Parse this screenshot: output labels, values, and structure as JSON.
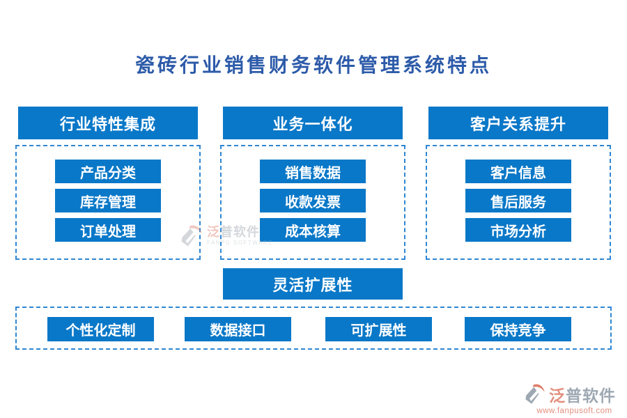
{
  "title": "瓷砖行业销售财务软件管理系统特点",
  "colors": {
    "box_blue": "#0a78c8",
    "dashed_border_blue": "#2e86d2",
    "title_blue": "#2d5ba9",
    "logo_gray": "#8e99a6",
    "logo_red": "#dd7b66",
    "text_on_blue": "#ffffff"
  },
  "columns": [
    {
      "header": "行业特性集成",
      "items": [
        "产品分类",
        "库存管理",
        "订单处理"
      ]
    },
    {
      "header": "业务一体化",
      "items": [
        "销售数据",
        "收款发票",
        "成本核算"
      ]
    },
    {
      "header": "客户关系提升",
      "items": [
        "客户信息",
        "售后服务",
        "市场分析"
      ]
    }
  ],
  "bottom_section": {
    "header": "灵活扩展性",
    "items": [
      "个性化定制",
      "数据接口",
      "可扩展性",
      "保持竞争"
    ]
  },
  "watermark": {
    "name_accent": "泛",
    "name_rest": "普软件",
    "subtitle": "FANPU SOFTWARE"
  },
  "footer_logo": {
    "name_accent": "泛",
    "name_rest": "普软件",
    "url": "www.fanpusoft.com"
  }
}
